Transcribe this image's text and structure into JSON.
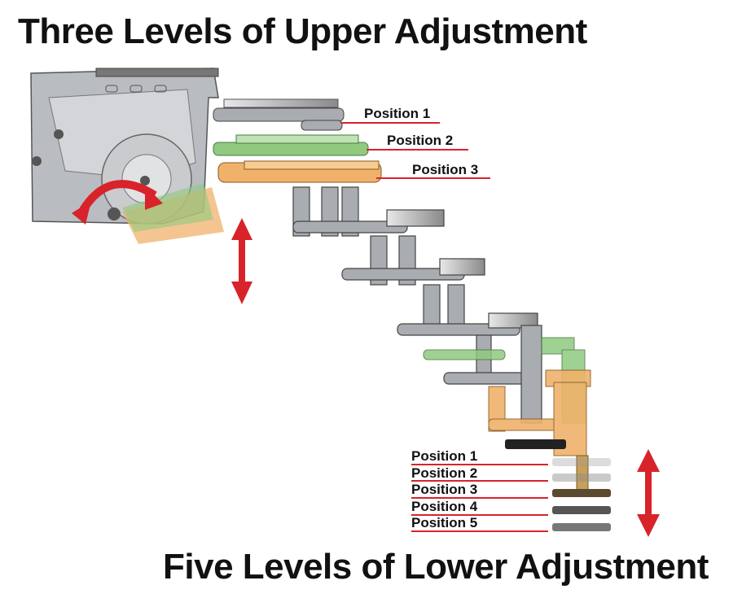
{
  "title_upper": "Three Levels of Upper Adjustment",
  "title_lower": "Five Levels of Lower Adjustment",
  "upper_positions": [
    "Position 1",
    "Position 2",
    "Position 3"
  ],
  "lower_positions": [
    "Position 1",
    "Position 2",
    "Position 3",
    "Position 4",
    "Position 5"
  ],
  "colors": {
    "accent_red": "#d8232a",
    "frame_gray": "#a9acb0",
    "step_green": "#8fca7f",
    "step_orange": "#f0b26b",
    "text": "#111111"
  },
  "icons": [
    "rotation-arrow-icon",
    "vertical-double-arrow-icon"
  ]
}
